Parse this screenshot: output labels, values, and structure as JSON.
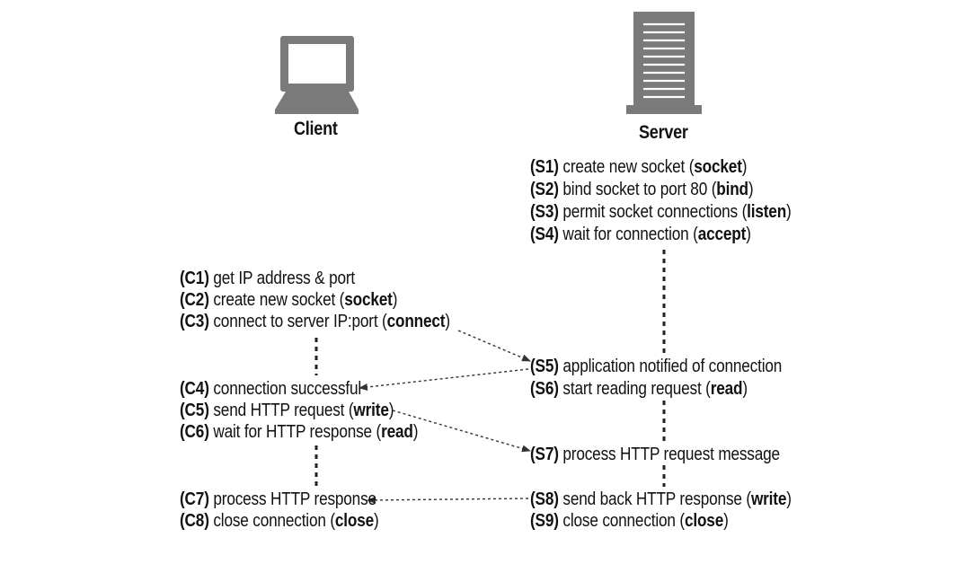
{
  "client": {
    "label": "Client",
    "icon": "computer-monitor-icon",
    "steps": [
      {
        "code": "(C1)",
        "text": "get IP address & port",
        "call": "",
        "post": ""
      },
      {
        "code": "(C2)",
        "text": "create new socket (",
        "call": "socket",
        "post": ")"
      },
      {
        "code": "(C3)",
        "text": "connect to server IP:port (",
        "call": "connect",
        "post": ")"
      },
      {
        "code": "(C4)",
        "text": "connection successful",
        "call": "",
        "post": ""
      },
      {
        "code": "(C5)",
        "text": "send HTTP request (",
        "call": "write",
        "post": ")"
      },
      {
        "code": "(C6)",
        "text": "wait for HTTP response (",
        "call": "read",
        "post": ")"
      },
      {
        "code": "(C7)",
        "text": "process HTTP response",
        "call": "",
        "post": ""
      },
      {
        "code": "(C8)",
        "text": "close connection (",
        "call": "close",
        "post": ")"
      }
    ]
  },
  "server": {
    "label": "Server",
    "icon": "server-tower-icon",
    "steps": [
      {
        "code": "(S1)",
        "text": "create new socket (",
        "call": "socket",
        "post": ")"
      },
      {
        "code": "(S2)",
        "text": "bind socket to port 80 (",
        "call": "bind",
        "post": ")"
      },
      {
        "code": "(S3)",
        "text": "permit socket connections (",
        "call": "listen",
        "post": ")"
      },
      {
        "code": "(S4)",
        "text": "wait for connection (",
        "call": "accept",
        "post": ")"
      },
      {
        "code": "(S5)",
        "text": "application notified of connection",
        "call": "",
        "post": ""
      },
      {
        "code": "(S6)",
        "text": "start reading request (",
        "call": "read",
        "post": ")"
      },
      {
        "code": "(S7)",
        "text": "process HTTP request message",
        "call": "",
        "post": ""
      },
      {
        "code": "(S8)",
        "text": "send back HTTP response (",
        "call": "write",
        "post": ")"
      },
      {
        "code": "(S9)",
        "text": "close connection (",
        "call": "close",
        "post": ")"
      }
    ]
  },
  "colors": {
    "icon": "#7a7a7a",
    "text": "#111111",
    "arrow": "#333333"
  }
}
